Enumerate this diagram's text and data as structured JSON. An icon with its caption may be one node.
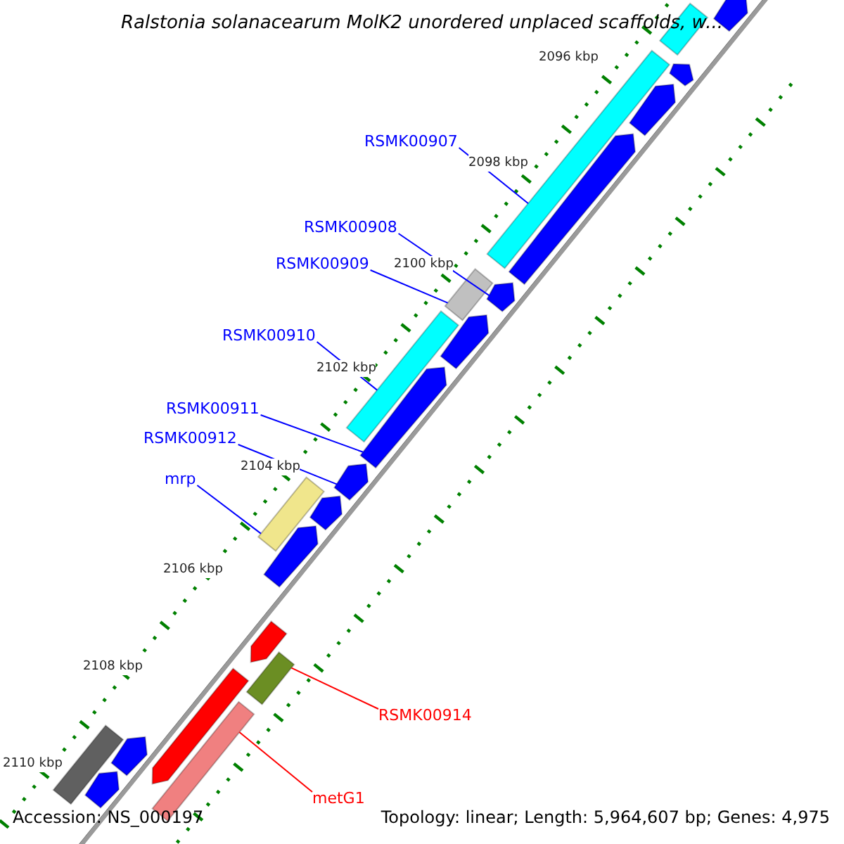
{
  "diagram": {
    "title": "Ralstonia solanacearum MolK2 unordered unplaced scaffolds, w...",
    "nodes": [
      {
        "text": [
          "RSMK00907"
        ]
      },
      {
        "text": [
          "RSMK00908"
        ]
      },
      {
        "text": [
          "RSMK00909"
        ]
      },
      {
        "text": [
          "RSMK00910"
        ]
      },
      {
        "text": [
          "RSMK00911"
        ]
      },
      {
        "text": [
          "RSMK00912"
        ]
      },
      {
        "text": [
          "mrp"
        ]
      },
      {
        "text": [
          "RSMK00914"
        ]
      },
      {
        "text": [
          "metG1"
        ]
      },
      {
        "text": [],
        "shape": "bar"
      },
      {
        "text": [],
        "shape": "bar"
      },
      {
        "text": [],
        "shape": "bar"
      },
      {
        "text": [],
        "shape": "bar"
      },
      {
        "text": [],
        "shape": "bar"
      },
      {
        "text": [],
        "shape": "bar"
      },
      {
        "text": [],
        "shape": "bar"
      },
      {
        "text": [],
        "shape": "bar"
      },
      {
        "text": [],
        "shape": "bar"
      },
      {
        "text": [],
        "shape": "bar"
      },
      {
        "text": [],
        "shape": "bar"
      },
      {
        "text": [],
        "shape": "bar"
      },
      {
        "text": [],
        "shape": "bar"
      },
      {
        "text": [],
        "shape": "bar"
      },
      {
        "text": [],
        "shape": "bar"
      },
      {
        "text": [],
        "shape": "bar"
      },
      {
        "text": [],
        "shape": "bar"
      },
      {
        "text": [],
        "shape": "bar"
      },
      {
        "text": [],
        "shape": "bar"
      },
      {
        "text": [],
        "shape": "bar"
      },
      {
        "text": [],
        "shape": "bar"
      },
      {
        "text": [],
        "shape": "bar"
      }
    ],
    "edges": [
      {
        "from": 0,
        "to": 13,
        "arrow": "none"
      },
      {
        "from": 1,
        "to": 15,
        "arrow": "none"
      },
      {
        "from": 2,
        "to": 16,
        "arrow": "none"
      },
      {
        "from": 3,
        "to": 18,
        "arrow": "none"
      },
      {
        "from": 4,
        "to": 19,
        "arrow": "none"
      },
      {
        "from": 5,
        "to": 20,
        "arrow": "none"
      },
      {
        "from": 6,
        "to": 22,
        "arrow": "none"
      },
      {
        "from": 7,
        "to": 25,
        "arrow": "none",
        "color": "#ff0000"
      },
      {
        "from": 8,
        "to": 27,
        "arrow": "none",
        "color": "#ff0000"
      }
    ],
    "labels": [
      "2096 kbp",
      "2098 kbp",
      "2100 kbp",
      "2102 kbp",
      "2104 kbp",
      "2106 kbp",
      "2108 kbp",
      "2110 kbp",
      "Accession: NS_000197",
      "Topology: linear; Length: 5,964,607 bp; Genes: 4,975"
    ]
  }
}
